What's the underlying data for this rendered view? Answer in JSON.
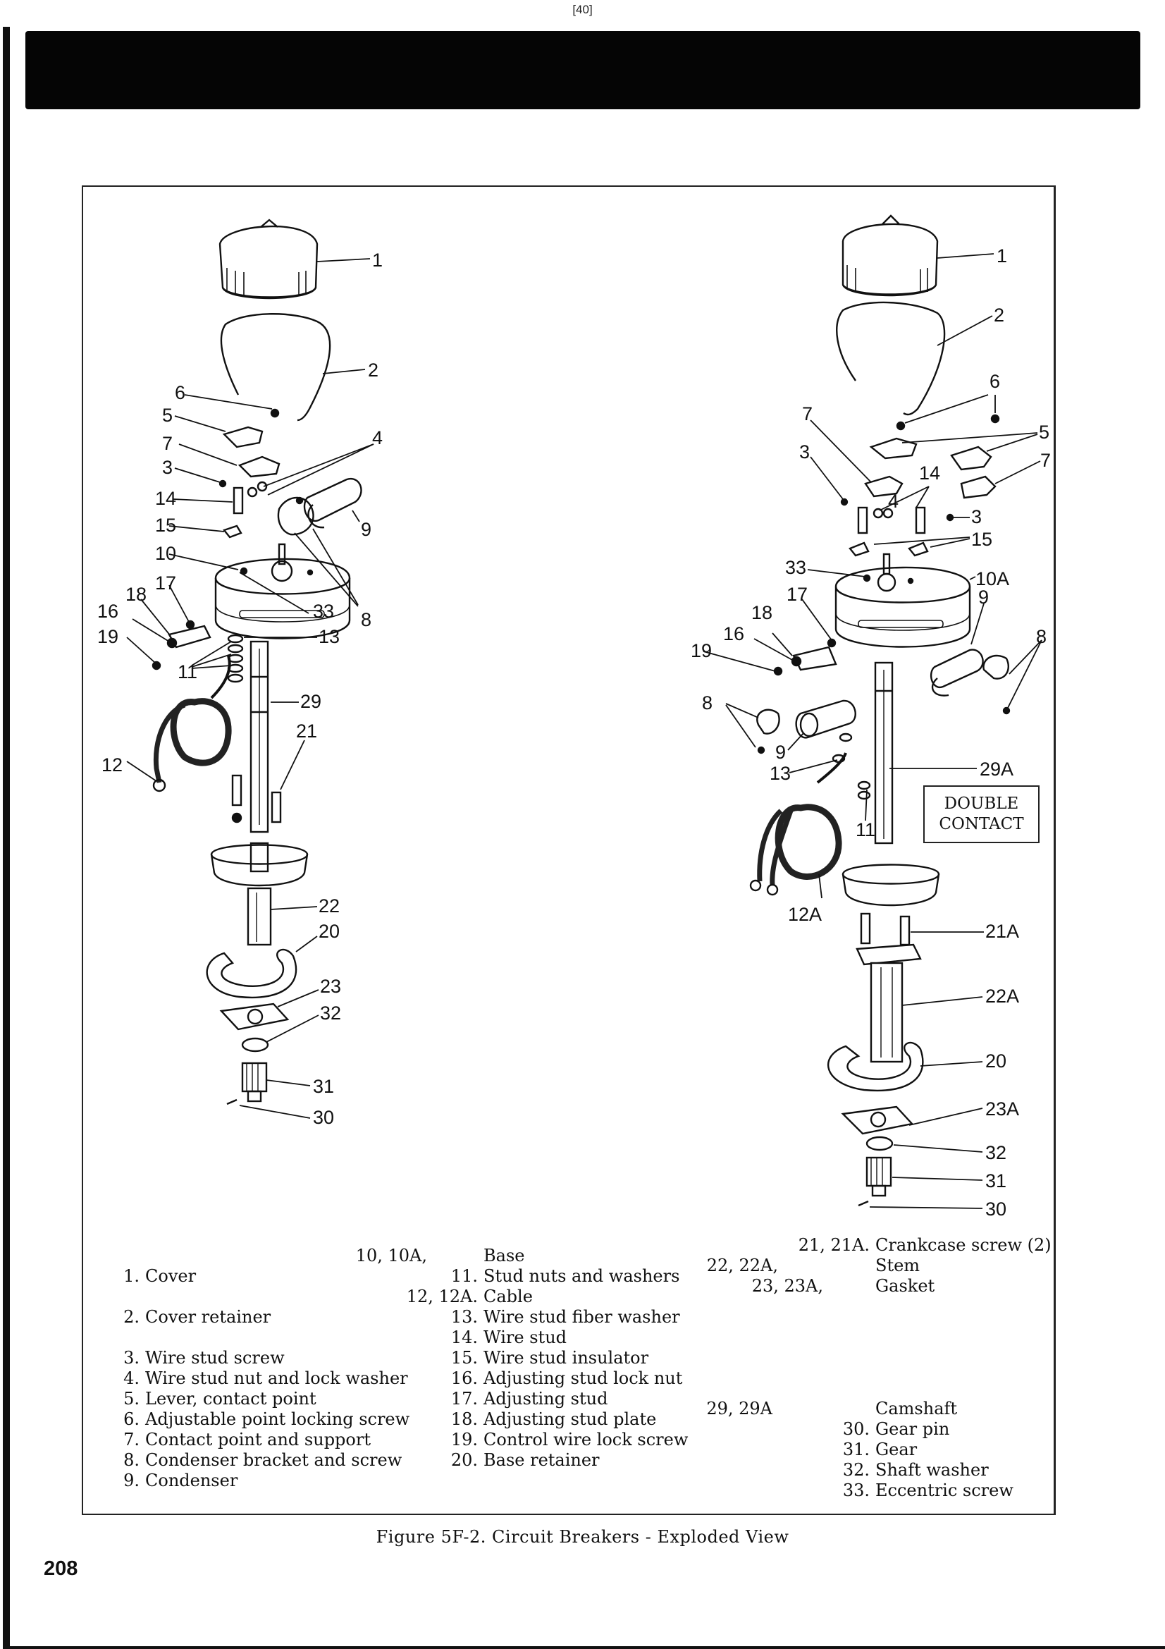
{
  "header": {
    "page_tag": "[40]"
  },
  "figure": {
    "caption": "Figure 5F-2. Circuit Breakers - Exploded View",
    "double_contact": [
      "DOUBLE",
      "CONTACT"
    ],
    "left_callouts": [
      "1",
      "2",
      "6",
      "5",
      "7",
      "3",
      "14",
      "15",
      "10",
      "17",
      "18",
      "16",
      "19",
      "11",
      "12",
      "4",
      "9",
      "8",
      "33",
      "13",
      "29",
      "21",
      "22",
      "20",
      "23",
      "32",
      "31",
      "30"
    ],
    "right_callouts": [
      "1",
      "2",
      "6",
      "5",
      "7",
      "7",
      "3",
      "14",
      "4",
      "3",
      "15",
      "33",
      "10A",
      "17",
      "9",
      "18",
      "16",
      "19",
      "8",
      "8",
      "9",
      "13",
      "29A",
      "11",
      "12A",
      "21A",
      "22A",
      "20",
      "23A",
      "32",
      "31",
      "30"
    ]
  },
  "legend": {
    "col1": [
      {
        "n": "1.",
        "t": "Cover"
      },
      {
        "n": "2.",
        "t": "Cover retainer"
      },
      {
        "n": "3.",
        "t": "Wire stud screw"
      },
      {
        "n": "4.",
        "t": "Wire stud nut and lock washer"
      },
      {
        "n": "5.",
        "t": "Lever, contact point"
      },
      {
        "n": "6.",
        "t": "Adjustable point locking screw"
      },
      {
        "n": "7.",
        "t": "Contact point and support"
      },
      {
        "n": "8.",
        "t": "Condenser bracket and screw"
      },
      {
        "n": "9.",
        "t": "Condenser"
      }
    ],
    "col2": [
      {
        "n": "10, 10A,",
        "t": "Base"
      },
      {
        "n": "11.",
        "t": "Stud nuts and washers"
      },
      {
        "n": "12, 12A.",
        "t": "Cable"
      },
      {
        "n": "13.",
        "t": "Wire stud fiber washer"
      },
      {
        "n": "14.",
        "t": "Wire stud"
      },
      {
        "n": "15.",
        "t": "Wire stud insulator"
      },
      {
        "n": "16.",
        "t": "Adjusting stud lock nut"
      },
      {
        "n": "17.",
        "t": "Adjusting stud"
      },
      {
        "n": "18.",
        "t": "Adjusting stud plate"
      },
      {
        "n": "19.",
        "t": "Control wire lock screw"
      },
      {
        "n": "20.",
        "t": "Base retainer"
      }
    ],
    "col3": [
      {
        "n": "21, 21A.",
        "t": "Crankcase screw (2)"
      },
      {
        "n": "22, 22A,",
        "t": "Stem"
      },
      {
        "n": "23, 23A,",
        "t": "Gasket"
      },
      {
        "n": "29, 29A",
        "t": "Camshaft"
      },
      {
        "n": "30.",
        "t": "Gear pin"
      },
      {
        "n": "31.",
        "t": "Gear"
      },
      {
        "n": "32.",
        "t": "Shaft washer"
      },
      {
        "n": "33.",
        "t": "Eccentric screw"
      }
    ]
  },
  "footer": {
    "page_number": "208"
  }
}
